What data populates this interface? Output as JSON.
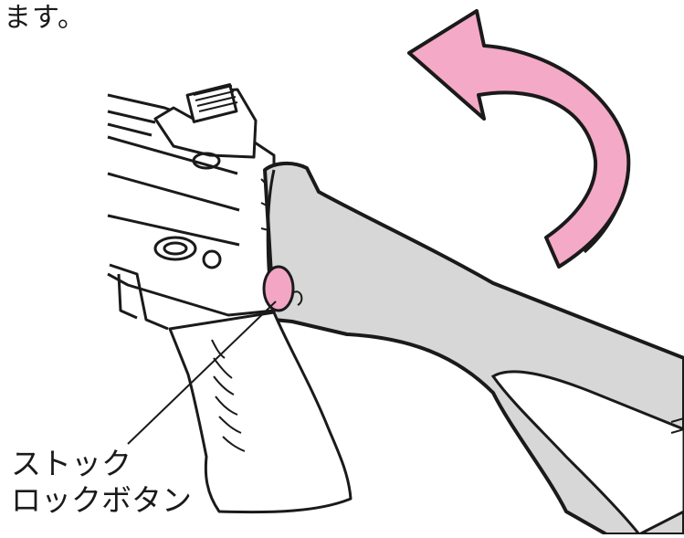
{
  "caption": {
    "top_text": "ます。"
  },
  "callout": {
    "line1": "ストック",
    "line2": "ロックボタン"
  },
  "colors": {
    "arrow_pink": "#f4a9c6",
    "button_pink": "#f2a6c3",
    "stock_gray": "#d7d7d7",
    "outline": "#1a1a1a"
  }
}
